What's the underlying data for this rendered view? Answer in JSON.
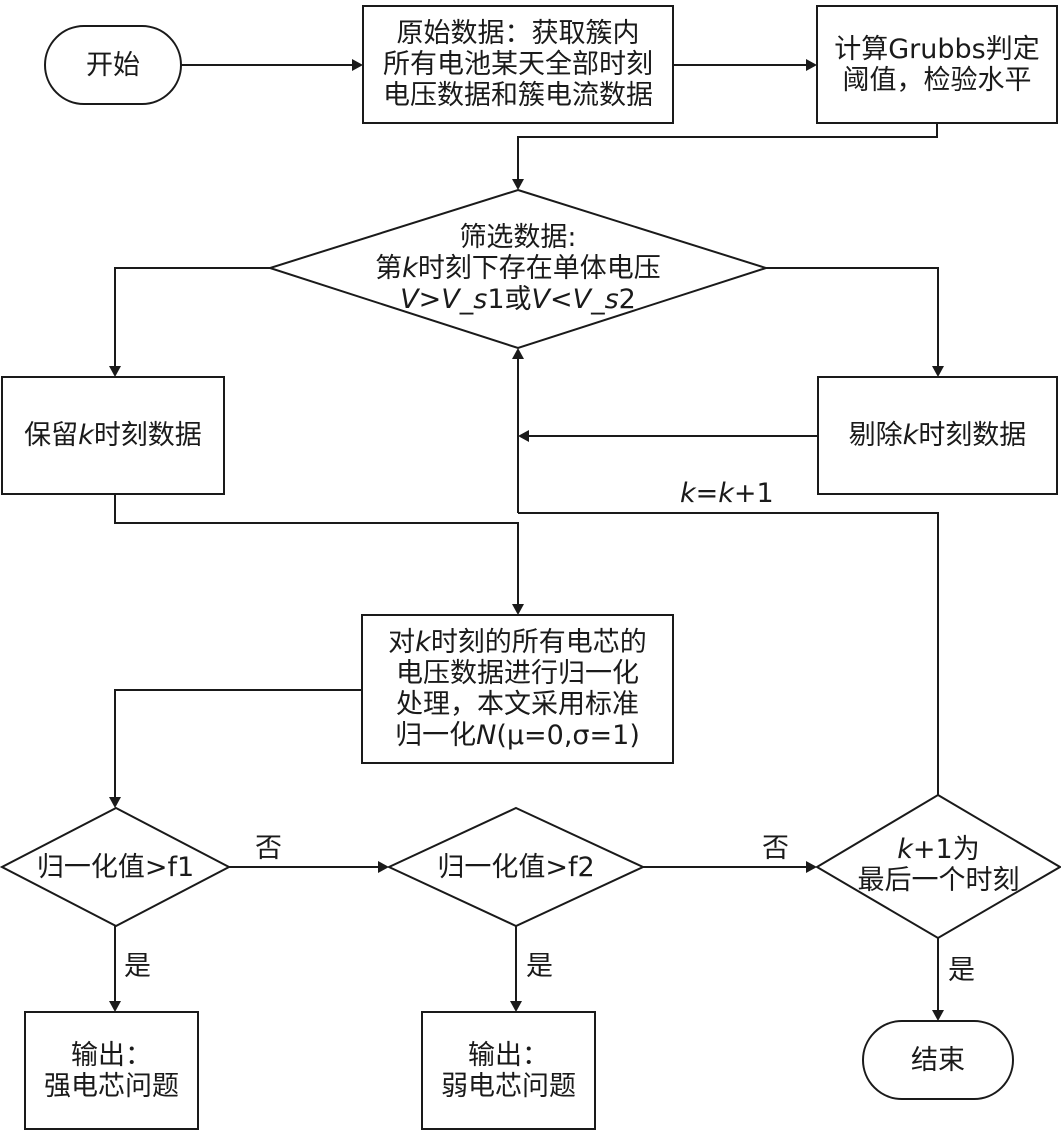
{
  "nodes": {
    "start": {
      "type": "terminator",
      "text": "开始"
    },
    "raw_data": {
      "type": "process",
      "lines": [
        "原始数据：获取簇内",
        "所有电池某天全部时刻",
        "电压数据和簇电流数据"
      ]
    },
    "grubbs": {
      "type": "process",
      "lines": [
        "计算Grubbs判定",
        "阈值，检验水平"
      ]
    },
    "filter": {
      "type": "decision",
      "line1": "筛选数据:",
      "line2_pre": "第",
      "line2_var": "k",
      "line2_post": "时刻下存在单体电压",
      "line3_v1": "V",
      "line3_gt": ">",
      "line3_v2": "V_s",
      "line3_n1": "1或",
      "line3_v3": "V",
      "line3_lt": "<",
      "line3_v4": "V_s",
      "line3_n2": "2"
    },
    "keep": {
      "type": "process",
      "pre": "保留",
      "var": "k",
      "post": "时刻数据"
    },
    "reject": {
      "type": "process",
      "pre": "剔除",
      "var": "k",
      "post": "时刻数据"
    },
    "normalize": {
      "type": "process",
      "line1_pre": "对",
      "line1_var": "k",
      "line1_post": "时刻的所有电芯的",
      "line2": "电压数据进行归一化",
      "line3": "处理，本文采用标准",
      "line4_pre": "归一化",
      "line4_var": "N",
      "line4_post": "(μ=0,σ=1)"
    },
    "check_f1": {
      "type": "decision",
      "text": "归一化值>f1"
    },
    "check_f2": {
      "type": "decision",
      "text": "归一化值>f2"
    },
    "last_moment": {
      "type": "decision",
      "line1_var": "k",
      "line1_post": "+1为",
      "line2": "最后一个时刻"
    },
    "out_strong": {
      "type": "process",
      "lines": [
        "输出：",
        "强电芯问题"
      ]
    },
    "out_weak": {
      "type": "process",
      "lines": [
        "输出：",
        "弱电芯问题"
      ]
    },
    "end": {
      "type": "terminator",
      "text": "结束"
    }
  },
  "edge_labels": {
    "loop_var1": "k",
    "loop_eq": "=",
    "loop_var2": "k",
    "loop_post": "+1",
    "no_f1": "否",
    "no_f2": "否",
    "yes_f1": "是",
    "yes_f2": "是",
    "yes_last": "是"
  }
}
